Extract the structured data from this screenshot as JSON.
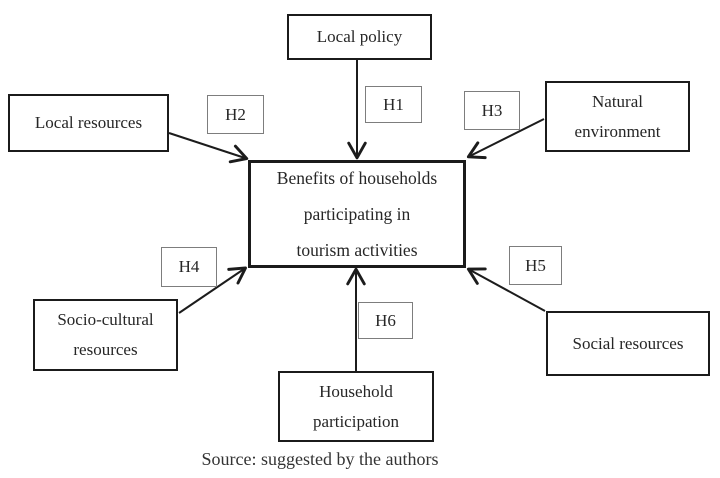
{
  "nodes": {
    "center": {
      "line1": "Benefits of households",
      "line2": "participating in",
      "line3": "tourism activities"
    },
    "local_policy": {
      "label": "Local policy"
    },
    "local_resources": {
      "label": "Local resources"
    },
    "natural_environment": {
      "line1": "Natural",
      "line2": "environment"
    },
    "socio_cultural": {
      "line1": "Socio-cultural",
      "line2": "resources"
    },
    "household": {
      "line1": "Household",
      "line2": "participation"
    },
    "social_resources": {
      "label": "Social resources"
    }
  },
  "hypotheses": {
    "h1": "H1",
    "h2": "H2",
    "h3": "H3",
    "h4": "H4",
    "h5": "H5",
    "h6": "H6"
  },
  "caption": "Source: suggested by the authors",
  "colors": {
    "background": "#ffffff",
    "box_border": "#1b1b1b",
    "hypothesis_border": "#7d7d7d",
    "text": "#262626",
    "arrow": "#1c1c1c"
  }
}
